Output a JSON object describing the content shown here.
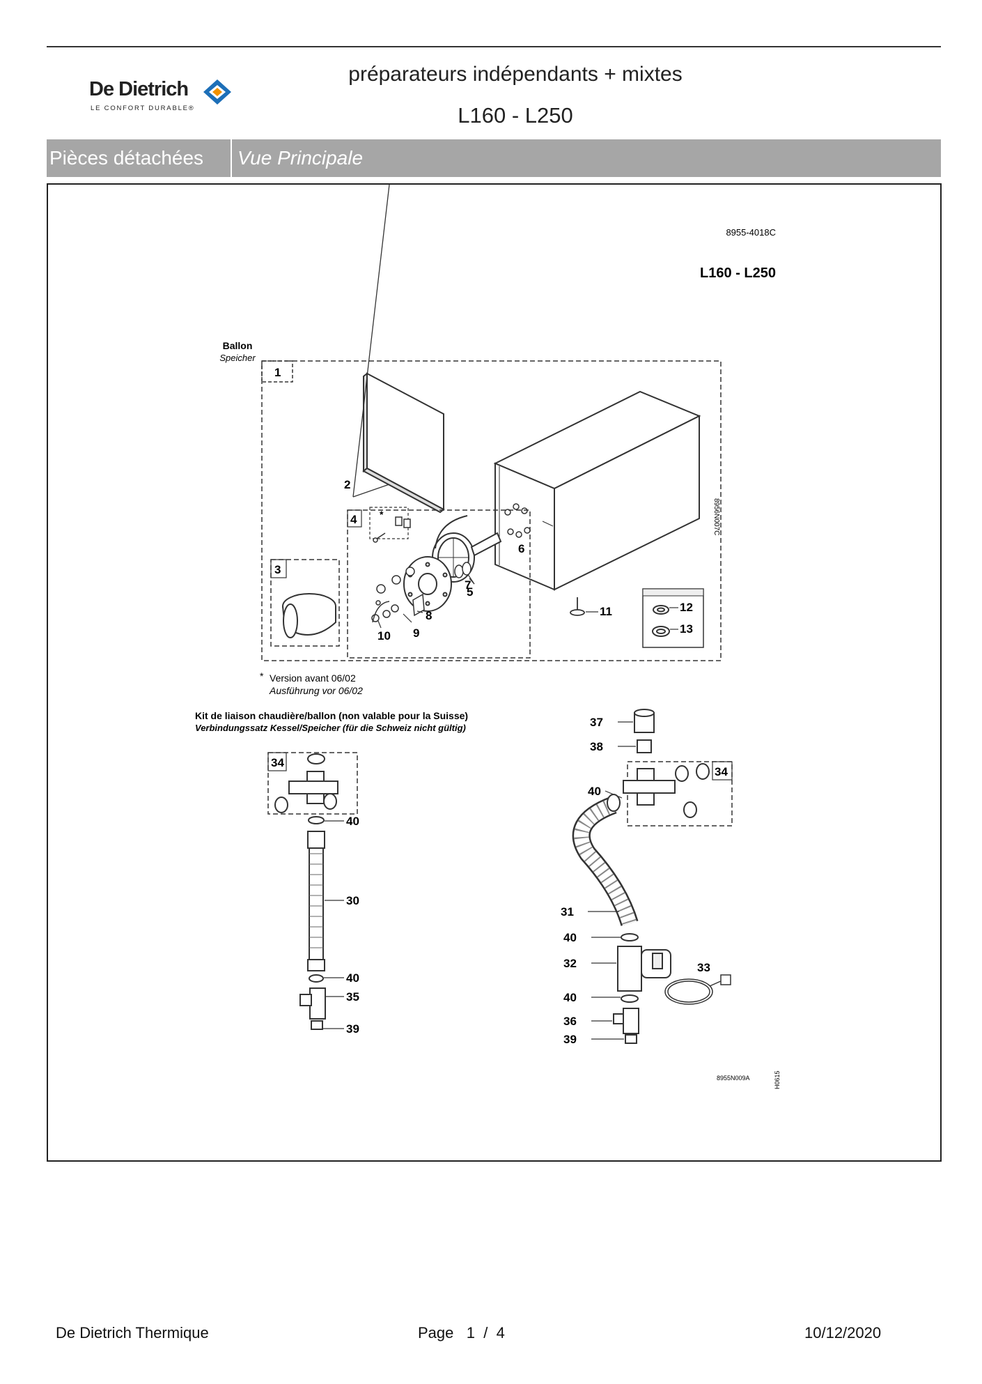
{
  "header": {
    "brand_name": "De Dietrich",
    "brand_tagline": "LE CONFORT DURABLE®",
    "title_line1": "préparateurs indépendants + mixtes",
    "title_line2": "L160 - L250"
  },
  "section_bar": {
    "category": "Pièces détachées",
    "view": "Vue Principale"
  },
  "drawing": {
    "doc_ref": "8955-4018C",
    "model": "L160 - L250",
    "group_title_fr": "Ballon",
    "group_title_de": "Speicher",
    "side_code": "8956N007C",
    "footnote_marker": "*",
    "footnote_fr": "Version avant 06/02",
    "footnote_de": "Ausführung vor 06/02",
    "kit_title_fr": "Kit de liaison chaudière/ballon (non valable pour la Suisse)",
    "kit_title_de": "Verbindungssatz Kessel/Speicher (für die Schweiz nicht gültig)",
    "bottom_code": "8955N009A",
    "bottom_code_rot": "H0615",
    "part_labels": {
      "p1": "1",
      "p2": "2",
      "p3": "3",
      "p4": "4",
      "p5": "5",
      "p6": "6",
      "p7": "7",
      "p8": "8",
      "p9": "9",
      "p10": "10",
      "p11": "11",
      "p12": "12",
      "p13": "13",
      "l34": "34",
      "l40a": "40",
      "l30": "30",
      "l40b": "40",
      "l35": "35",
      "l39": "39",
      "r37": "37",
      "r38": "38",
      "r34": "34",
      "r40a": "40",
      "r31": "31",
      "r40b": "40",
      "r32": "32",
      "r33": "33",
      "r40c": "40",
      "r36": "36",
      "r39": "39"
    }
  },
  "footer": {
    "company": "De Dietrich Thermique",
    "page_label": "Page",
    "page_current": "1",
    "page_sep": "/",
    "page_total": "4",
    "date": "10/12/2020"
  },
  "colors": {
    "bar_bg": "#a6a6a6",
    "bar_text": "#ffffff",
    "logo_blue": "#1d6fb8",
    "logo_orange": "#f29200"
  }
}
